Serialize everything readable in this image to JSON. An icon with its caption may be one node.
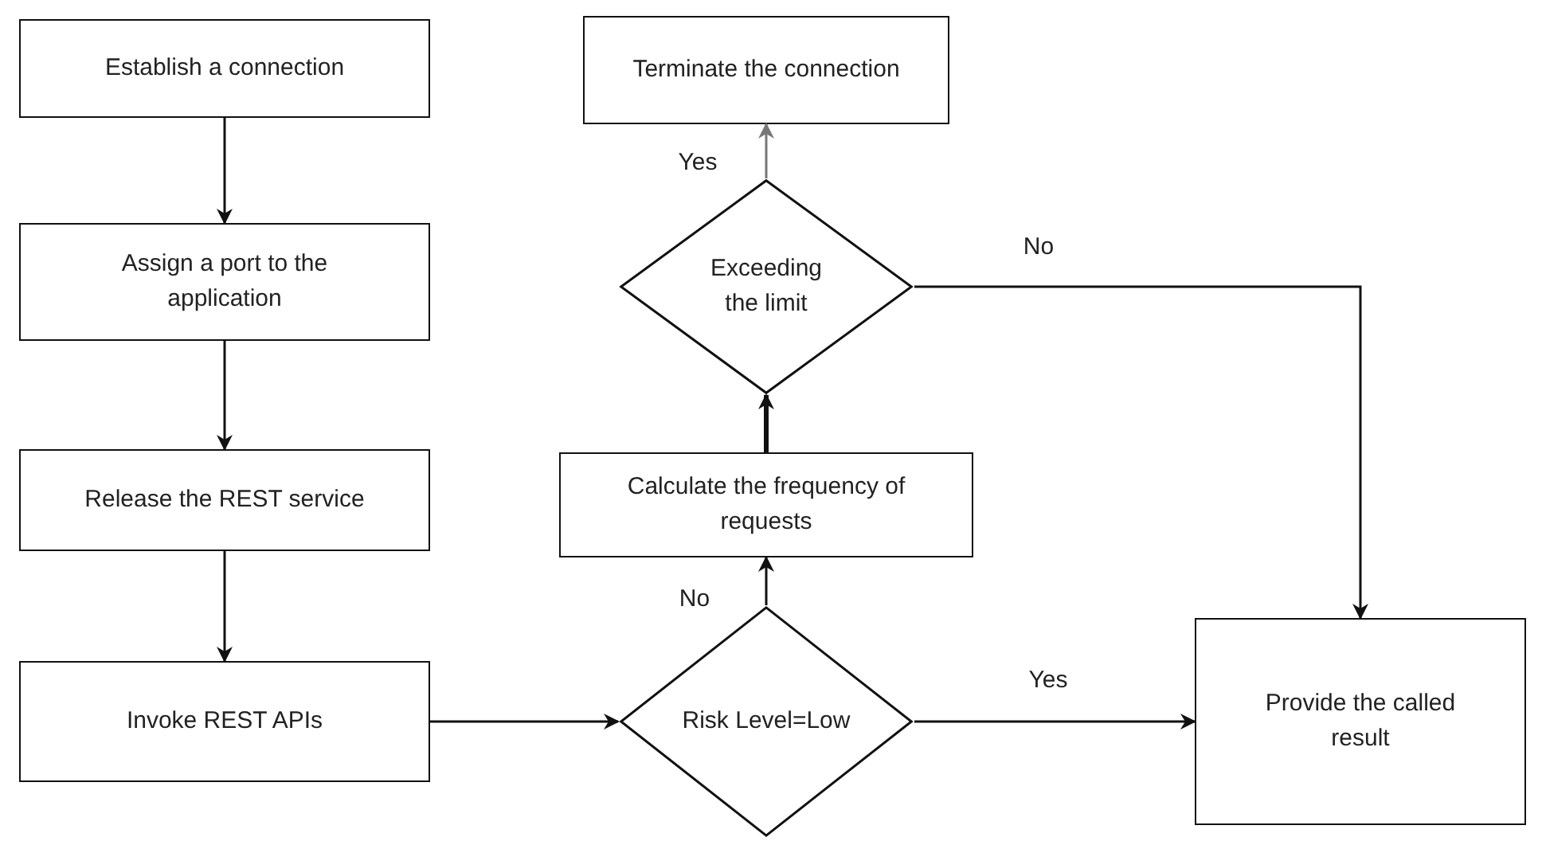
{
  "diagram": {
    "nodes": [
      {
        "text": [
          "Establish a connection"
        ]
      },
      {
        "text": [
          "Assign a port to the application"
        ]
      },
      {
        "text": [
          "Release the REST service"
        ]
      },
      {
        "text": [
          "Invoke REST APIs"
        ]
      },
      {
        "text": [
          "Risk Level=Low"
        ]
      },
      {
        "text": [
          "Calculate the frequency of requests"
        ]
      },
      {
        "text": [
          "Exceeding the limit"
        ]
      },
      {
        "text": [
          "Terminate the connection"
        ]
      },
      {
        "text": [
          "Provide the called result"
        ]
      }
    ],
    "edges": [
      {
        "from": 0,
        "to": 1,
        "arrow": "to"
      },
      {
        "from": 1,
        "to": 2,
        "arrow": "to"
      },
      {
        "from": 2,
        "to": 3,
        "arrow": "to"
      },
      {
        "from": 3,
        "to": 4,
        "arrow": "to"
      },
      {
        "from": 4,
        "to": 5,
        "arrow": "to",
        "label": "No"
      },
      {
        "from": 4,
        "to": 8,
        "arrow": "to",
        "label": "Yes"
      },
      {
        "from": 5,
        "to": 6,
        "arrow": "to",
        "style": "thick"
      },
      {
        "from": 6,
        "to": 7,
        "arrow": "to",
        "label": "Yes",
        "color": "#777777"
      },
      {
        "from": 6,
        "to": 8,
        "arrow": "to",
        "label": "No"
      }
    ]
  }
}
